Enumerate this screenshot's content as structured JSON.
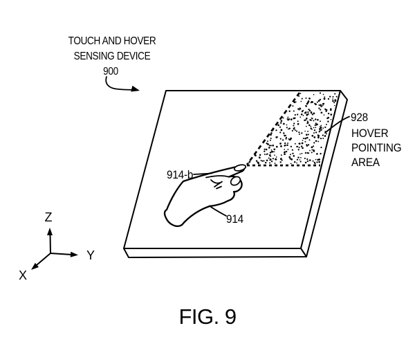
{
  "figure": {
    "caption": "FIG. 9"
  },
  "device": {
    "title_lines": [
      "TOUCH AND HOVER",
      "SENSING DEVICE"
    ],
    "ref": "900"
  },
  "hover_area": {
    "ref": "928",
    "label_lines": [
      "HOVER",
      "POINTING",
      "AREA"
    ]
  },
  "hand": {
    "finger_ref": "914",
    "fingertip_ref": "914-b"
  },
  "axes": {
    "x": "X",
    "y": "Y",
    "z": "Z"
  },
  "colors": {
    "line": "#000000",
    "background": "#ffffff"
  }
}
